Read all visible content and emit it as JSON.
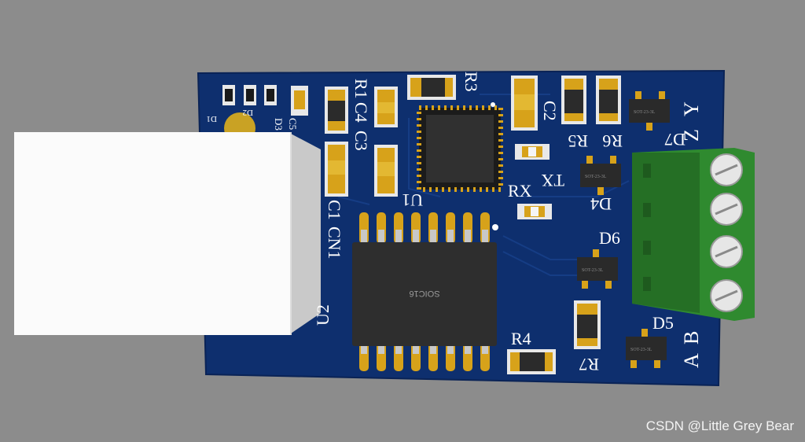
{
  "image": {
    "description_visible": false
  },
  "board": {
    "color": "#0e2f6e",
    "silk": {
      "D1": "D1",
      "D2": "D2",
      "D3": "D3",
      "C5": "C5",
      "R1": "R1",
      "C4": "C4",
      "C3": "C3",
      "C1": "C1",
      "CN1": "CN1",
      "R3": "R3",
      "U1": "U1",
      "C2": "C2",
      "R5": "R5",
      "R6": "R6",
      "D7": "D7",
      "TX": "TX",
      "RX": "RX",
      "D4": "D4",
      "D6": "D6",
      "D5": "D5",
      "U2": "U2",
      "R4": "R4",
      "R7": "R7",
      "Z": "Z",
      "Y": "Y",
      "B": "B",
      "A": "A"
    },
    "chip_label": "SOIC16",
    "sot_label": "SOT-23-3L"
  },
  "terminal": {
    "color": "#2f8a2f",
    "positions": 4
  },
  "watermark": "CSDN @Little Grey Bear"
}
